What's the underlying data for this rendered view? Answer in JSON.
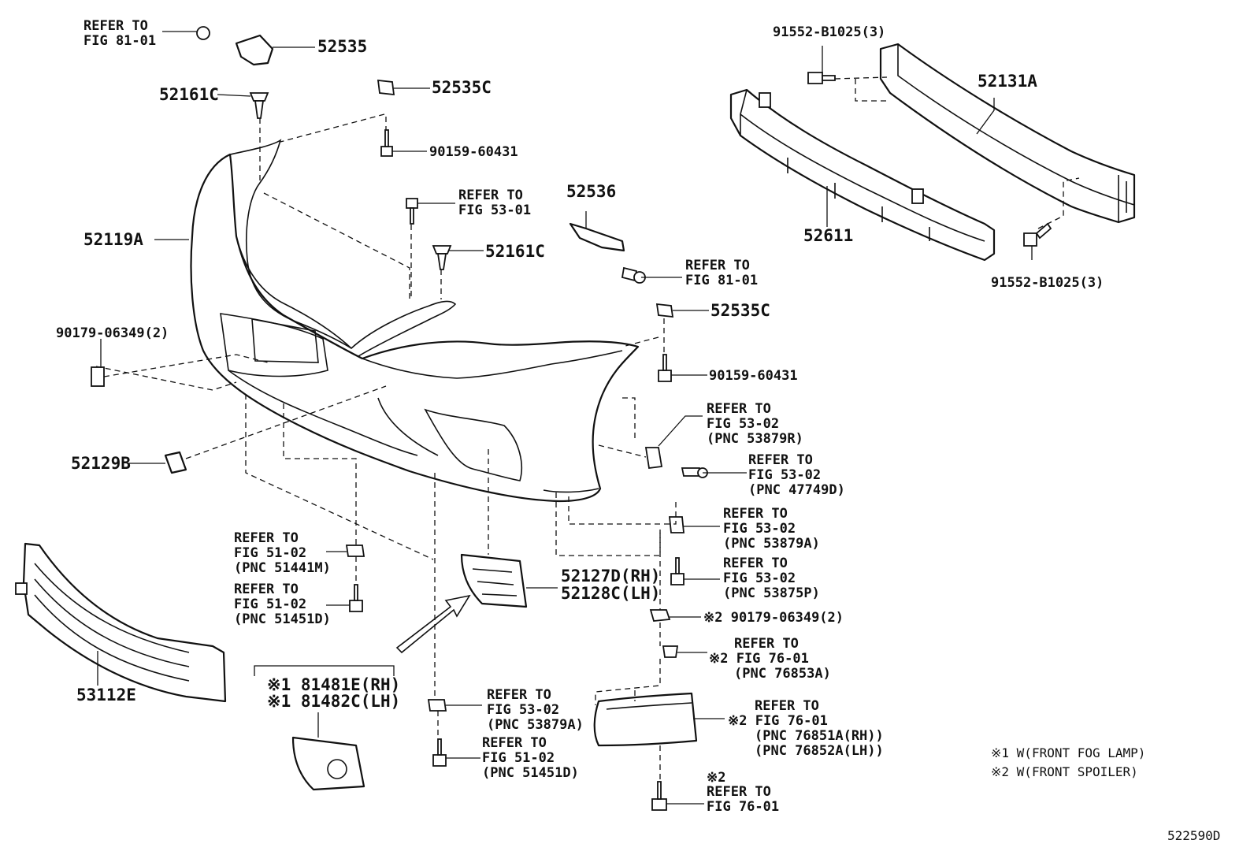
{
  "diagram_code": "522590D",
  "labels": {
    "l52535_ref": [
      "REFER TO",
      "FIG 81-01"
    ],
    "l52535": "52535",
    "l52161c_top": "52161C",
    "l52535c_top": "52535C",
    "l90159_top": "90159-60431",
    "l52119a": "52119A",
    "l_ref5301": [
      "REFER TO",
      "FIG 53-01"
    ],
    "l52161c_mid": "52161C",
    "l52536": "52536",
    "l52536_ref": [
      "REFER TO",
      "FIG 81-01"
    ],
    "l91552_top": "91552-B1025(3)",
    "l52131a": "52131A",
    "l52611": "52611",
    "l91552_bot": "91552-B1025(3)",
    "l52535c_mid": "52535C",
    "l90179_left": "90179-06349(2)",
    "l90159_mid": "90159-60431",
    "l_ref53879r": [
      "REFER TO",
      "FIG 53-02",
      "(PNC 53879R)"
    ],
    "l_ref47749d": [
      "REFER TO",
      "FIG 53-02",
      "(PNC 47749D)"
    ],
    "l52129b": "52129B",
    "l_ref53879a_r": [
      "REFER TO",
      "FIG 53-02",
      "(PNC 53879A)"
    ],
    "l_ref53875p": [
      "REFER TO",
      "FIG 53-02",
      "(PNC 53875P)"
    ],
    "l_ref51441m": [
      "REFER TO",
      "FIG 51-02",
      "(PNC 51441M)"
    ],
    "l_ref51451d_l": [
      "REFER TO",
      "FIG 51-02",
      "(PNC 51451D)"
    ],
    "l52127d": [
      "52127D(RH)",
      "52128C(LH)"
    ],
    "l90179_right": "※2 90179-06349(2)",
    "l_ref76853a": [
      "REFER TO",
      "※2 FIG 76-01",
      "(PNC 76853A)"
    ],
    "l53112e": "53112E",
    "l81481": [
      "※1 81481E(RH)",
      "※1 81482C(LH)"
    ],
    "l_ref53879a_b": [
      "REFER TO",
      "FIG 53-02",
      "(PNC 53879A)"
    ],
    "l_ref51451d_b": [
      "REFER TO",
      "FIG 51-02",
      "(PNC 51451D)"
    ],
    "l_ref76851a": [
      "REFER TO",
      "※2 FIG 76-01",
      "(PNC 76851A(RH))",
      "(PNC 76852A(LH))"
    ],
    "l_ref7601_b": [
      "※2",
      "REFER TO",
      "FIG 76-01"
    ]
  },
  "legend": [
    "※1 W(FRONT FOG LAMP)",
    "※2 W(FRONT SPOILER)"
  ]
}
